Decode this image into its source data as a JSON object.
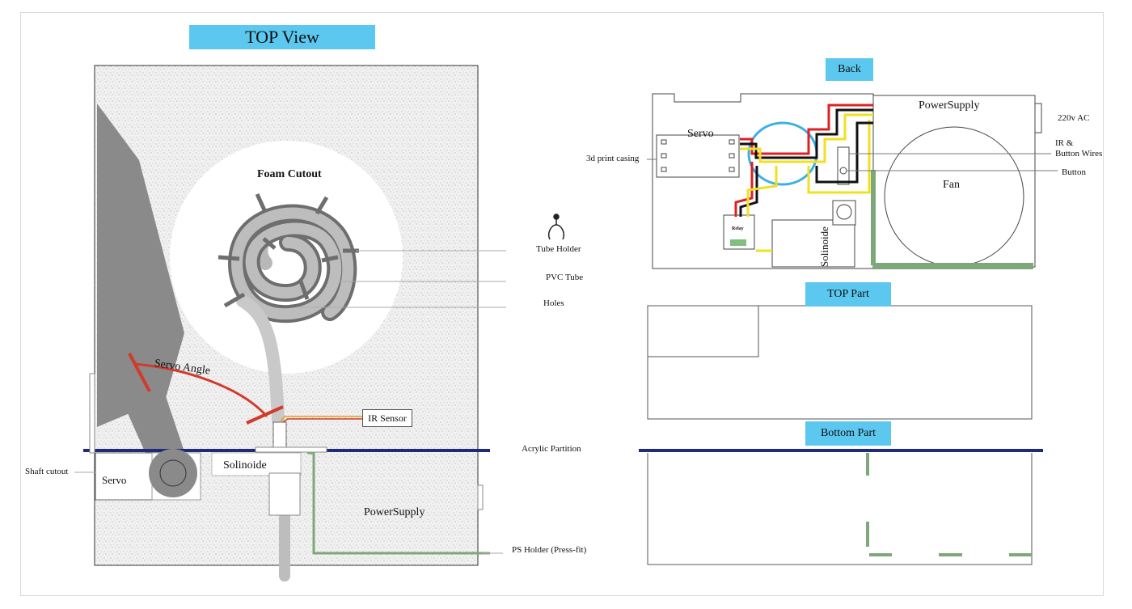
{
  "top_view": {
    "title": "TOP View",
    "foam_cutout": "Foam Cutout",
    "servo_angle": "Servo Angle",
    "ir_sensor": "IR Sensor",
    "solinoide": "Solinoide",
    "servo": "Servo",
    "power_supply": "PowerSupply",
    "shaft_cutout": "Shaft cutout",
    "tube_holder": "Tube Holder",
    "pvc_tube": "PVC Tube",
    "holes": "Holes",
    "acrylic_partition": "Acrylic Partition",
    "ps_holder": "PS Holder (Press-fit)"
  },
  "back_view": {
    "title": "Back",
    "servo": "Servo",
    "print_casing": "3d print casing",
    "power_supply": "PowerSupply",
    "ac": "220v AC",
    "ir_wires_1": "IR &",
    "ir_wires_2": "Button Wires",
    "button": "Button",
    "fan": "Fan",
    "relay": "Relay",
    "solinoide": "Solinoide"
  },
  "top_part": {
    "title": "TOP Part"
  },
  "bottom_part": {
    "title": "Bottom Part"
  },
  "colors": {
    "accent_label": "#5cc8f0",
    "partition": "#1f2a78",
    "holder_green": "#7fa87a",
    "servo_angle_red": "#d23a2a",
    "wire_red": "#e02020",
    "wire_yellow": "#f2e020",
    "wire_black": "#111111"
  }
}
